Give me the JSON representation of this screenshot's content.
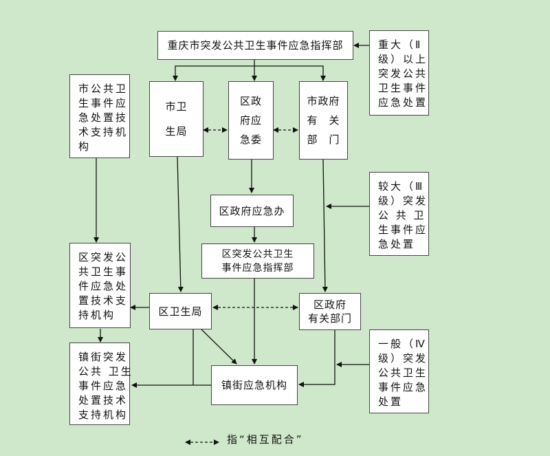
{
  "diagram": {
    "nodes": {
      "city_hq": {
        "lines": [
          "重庆市突发公共卫生事件应急指挥部"
        ]
      },
      "level_ii": {
        "lines": [
          "重大（Ⅱ",
          "级）以上",
          "突发公共",
          "卫生事件",
          "应急处置"
        ]
      },
      "city_tech": {
        "lines": [
          "市公共卫",
          "生事件应",
          "急处置技",
          "术支持机",
          "构"
        ]
      },
      "city_health": {
        "lines": [
          "市卫",
          "生局"
        ]
      },
      "district_emergency_committee": {
        "lines": [
          "区政",
          "府应",
          "急委"
        ]
      },
      "city_gov_depts": {
        "lines": [
          "市政府",
          "有　关",
          "部　门"
        ]
      },
      "district_emergency_office": {
        "lines": [
          "区政府应急办"
        ]
      },
      "level_iii": {
        "lines": [
          "较大（Ⅲ",
          "级）突发",
          "公 共 卫",
          "生事件应",
          "急处置"
        ]
      },
      "district_hq": {
        "lines": [
          "区突发公共卫生",
          "事件应急指挥部"
        ]
      },
      "district_tech": {
        "lines": [
          "区突发公",
          "共卫生事",
          "件应急处",
          "置技术支",
          "持机构"
        ]
      },
      "district_health": {
        "lines": [
          "区卫生局"
        ]
      },
      "district_gov_depts": {
        "lines": [
          "区政府",
          "有关部门"
        ]
      },
      "town_tech": {
        "lines": [
          "镇街突发",
          "公共 卫生",
          "事件应急",
          "处置技术",
          "支持机构"
        ]
      },
      "town_emergency": {
        "lines": [
          "镇街应急机构"
        ]
      },
      "level_iv": {
        "lines": [
          "一般（Ⅳ",
          "级）突发",
          "公共卫生",
          "事件应急",
          "处置"
        ]
      }
    },
    "legend": {
      "symbol": "dashed double arrow",
      "label": "指“相互配合”"
    },
    "colors": {
      "background": "#cfe7ca",
      "box_fill": "#ffffff",
      "border": "#444444",
      "arrow": "#111111"
    }
  }
}
